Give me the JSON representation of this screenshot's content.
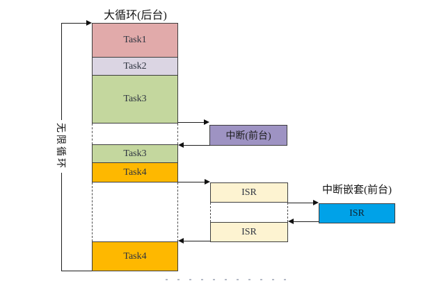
{
  "titles": {
    "main_loop": "大循环(后台)",
    "nested_interrupt": "中断嵌套(前台)"
  },
  "loop_label": "无限循环",
  "blocks": {
    "task1": "Task1",
    "task2": "Task2",
    "task3a": "Task3",
    "task3b": "Task3",
    "task4a": "Task4",
    "task4b": "Task4",
    "interrupt": "中断(前台)",
    "isr1": "ISR",
    "isr2": "ISR",
    "isr_nested": "ISR"
  },
  "colors": {
    "task1": "#e1aaaa",
    "task2": "#dbd5e3",
    "task3a": "#c4d79e",
    "task3b": "#c4d79e",
    "task4a": "#feb800",
    "task4b": "#feb800",
    "interrupt": "#9e93c3",
    "isr1": "#fdf3d1",
    "isr2": "#fdf3d1",
    "isr_nested": "#00a2e8",
    "line": "#1c1c1c"
  }
}
